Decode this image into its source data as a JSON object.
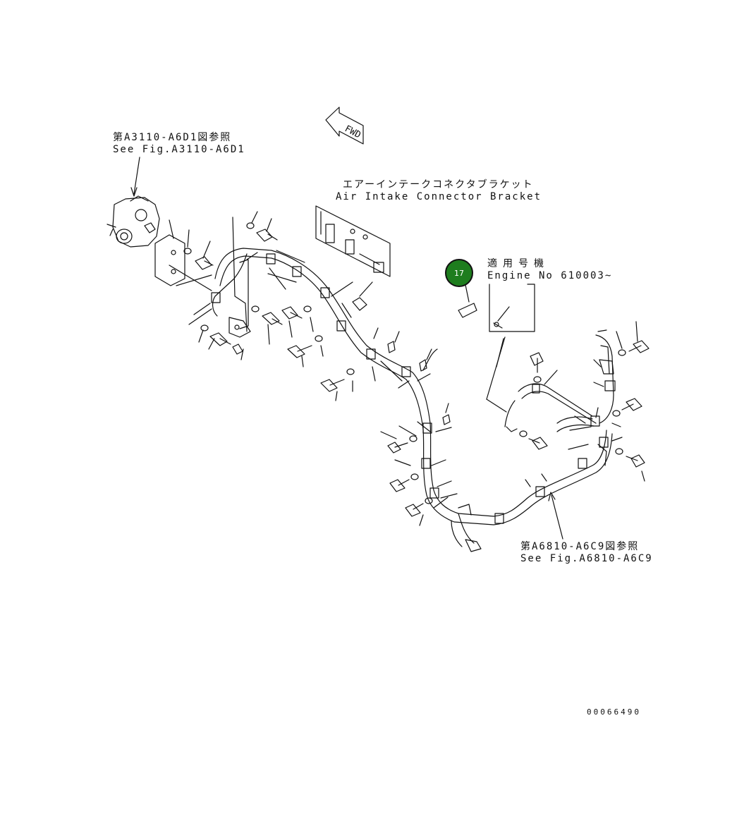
{
  "ref_top_left": {
    "jp": "第A3110-A6D1図参照",
    "en": "See Fig.A3110-A6D1"
  },
  "fwd_label": "FWD",
  "bracket": {
    "jp": "エアーインテークコネクタブラケット",
    "en": "Air Intake Connector Bracket"
  },
  "applicability": {
    "jp": "適用号機",
    "en": "Engine No 610003~"
  },
  "callout": {
    "number": "17",
    "color": "#1e7d1e"
  },
  "ref_bottom_right": {
    "jp": "第A6810-A6C9図参照",
    "en": "See Fig.A6810-A6C9"
  },
  "doc_number": "00066490"
}
